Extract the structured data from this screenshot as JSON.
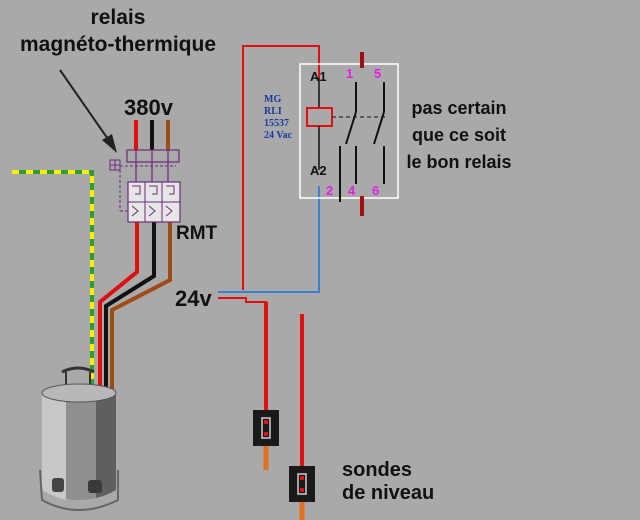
{
  "labels": {
    "relais_line1": "relais",
    "relais_line2": "magnéto-thermique",
    "voltage_380": "380v",
    "rmt": "RMT",
    "voltage_24": "24v",
    "note_line1": "pas certain",
    "note_line2": "que ce soit",
    "note_line3": "le bon relais",
    "sondes_line1": "sondes",
    "sondes_line2": "de niveau"
  },
  "relay": {
    "coil_top": "A1",
    "coil_bottom": "A2",
    "pins_top": [
      "1",
      "5"
    ],
    "pins_bottom": [
      "2",
      "4",
      "6"
    ],
    "ref_lines": [
      "MG",
      "RLI",
      "15537",
      "24 Vac"
    ]
  },
  "colors": {
    "background": "#a9a9a9",
    "wire_red": "#e01010",
    "wire_blue": "#3a7fd0",
    "wire_brown": "#a04a14",
    "wire_earth": "#ffee00",
    "pin_text": "#e020e0",
    "relay_text": "#1a3aa0",
    "probe_orange": "#e07020"
  }
}
